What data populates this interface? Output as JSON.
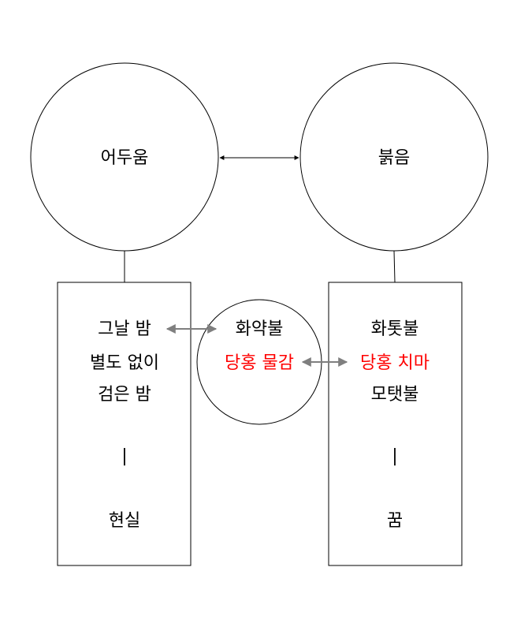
{
  "colors": {
    "text": "#000000",
    "highlight": "#ff0000",
    "arrow_gray": "#7f7f7f",
    "stroke": "#000000"
  },
  "nodes": {
    "darkness": "어두움",
    "redness": "붉음"
  },
  "left_box": {
    "lines": [
      "그날 밤",
      "별도 없이",
      "검은 밤"
    ],
    "separator": "|",
    "bottom": "현실"
  },
  "middle_circle": {
    "line1": "화약불",
    "line2": "당홍 물감"
  },
  "right_box": {
    "line1": "화톳불",
    "line2": "당홍 치마",
    "line3": "모탯불",
    "separator": "|",
    "bottom": "꿈"
  }
}
